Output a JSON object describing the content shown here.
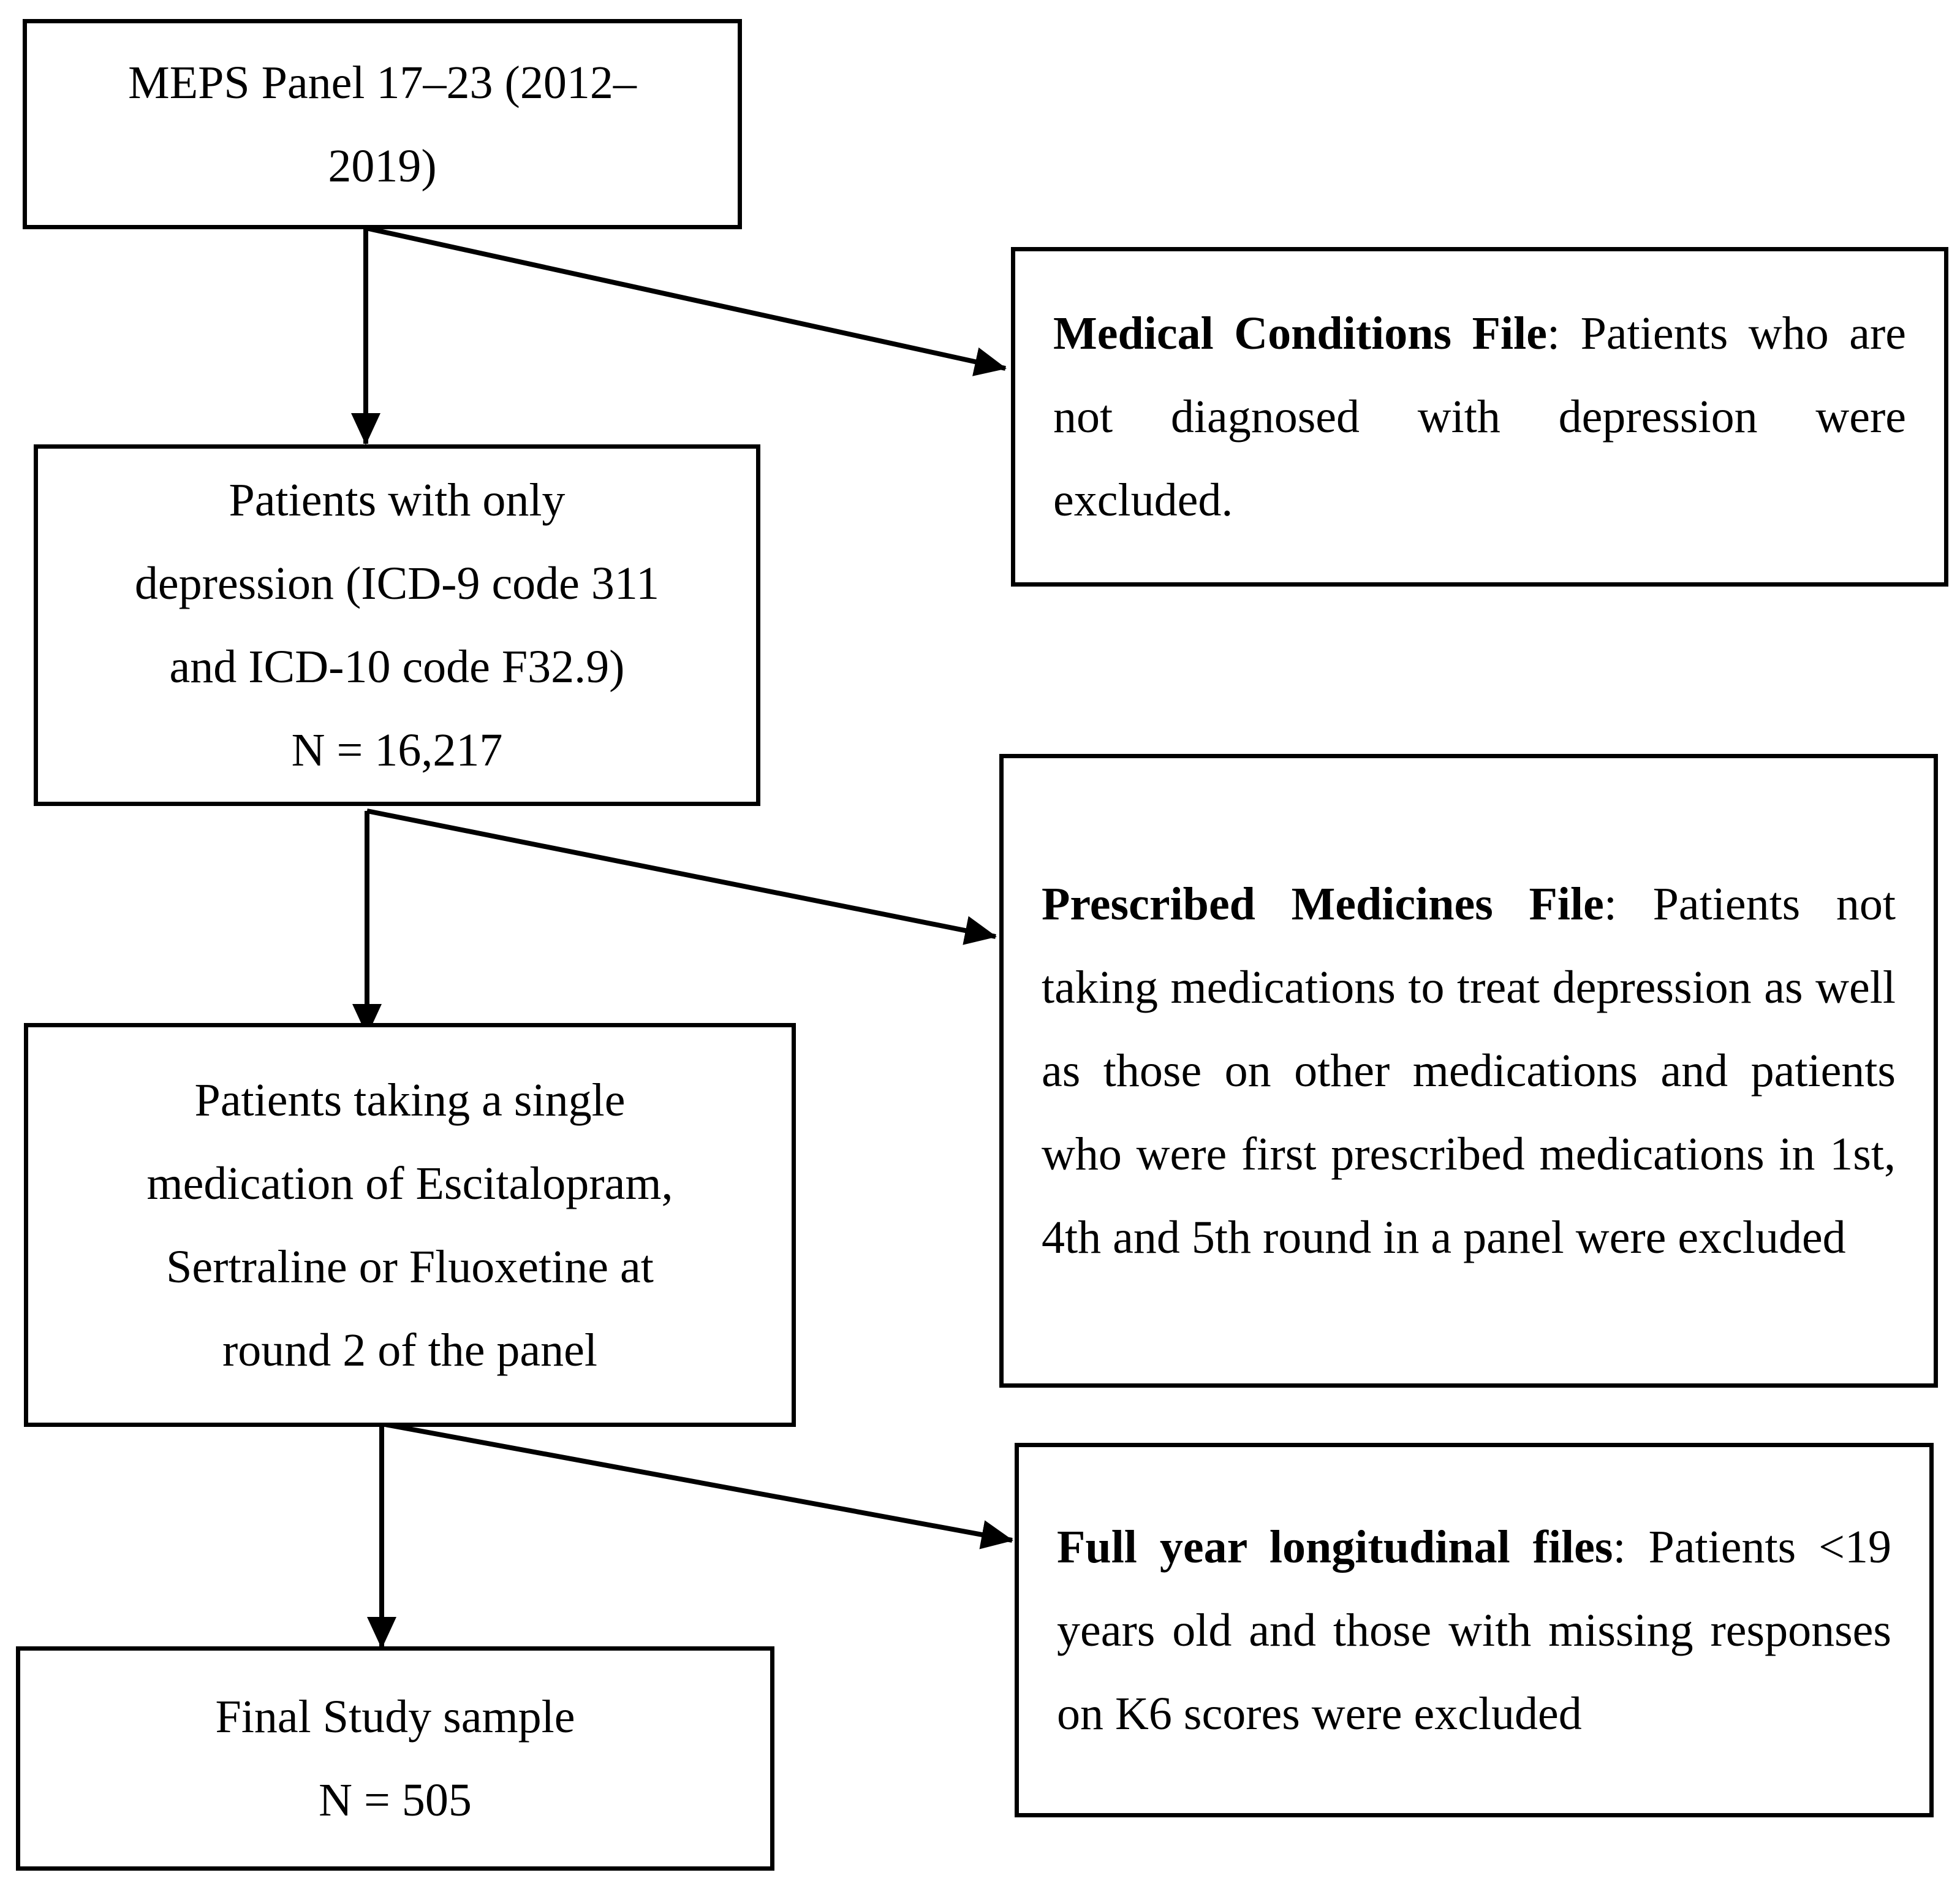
{
  "diagram": {
    "steps": [
      {
        "id": "source",
        "lines": [
          "MEPS Panel 17–23 (2012–",
          "2019)"
        ]
      },
      {
        "id": "depression",
        "lines": [
          "Patients with only",
          "depression (ICD-9 code 311",
          "and ICD-10 code F32.9)",
          "N = 16,217"
        ]
      },
      {
        "id": "single-medication",
        "lines": [
          "Patients taking a single",
          "medication of Escitalopram,",
          "Sertraline or Fluoxetine at",
          "round 2 of the panel"
        ]
      },
      {
        "id": "final",
        "lines": [
          "Final Study sample",
          "N = 505"
        ]
      }
    ],
    "exclusions": [
      {
        "id": "medical-conditions",
        "title": "Medical Conditions File",
        "text": ": Patients who are not diagnosed with depression were excluded."
      },
      {
        "id": "prescribed-medicines",
        "title": "Prescribed Medicines File",
        "text": ": Patients not taking medications to treat depression as well as those on other medications and patients who were first prescribed medications in 1st, 4th and 5th round in a panel were excluded"
      },
      {
        "id": "longitudinal",
        "title": "Full year longitudinal files",
        "text": ": Patients <19 years old and those with missing responses on K6 scores were excluded"
      }
    ],
    "colors": {
      "line": "#000000",
      "background": "#ffffff"
    }
  }
}
